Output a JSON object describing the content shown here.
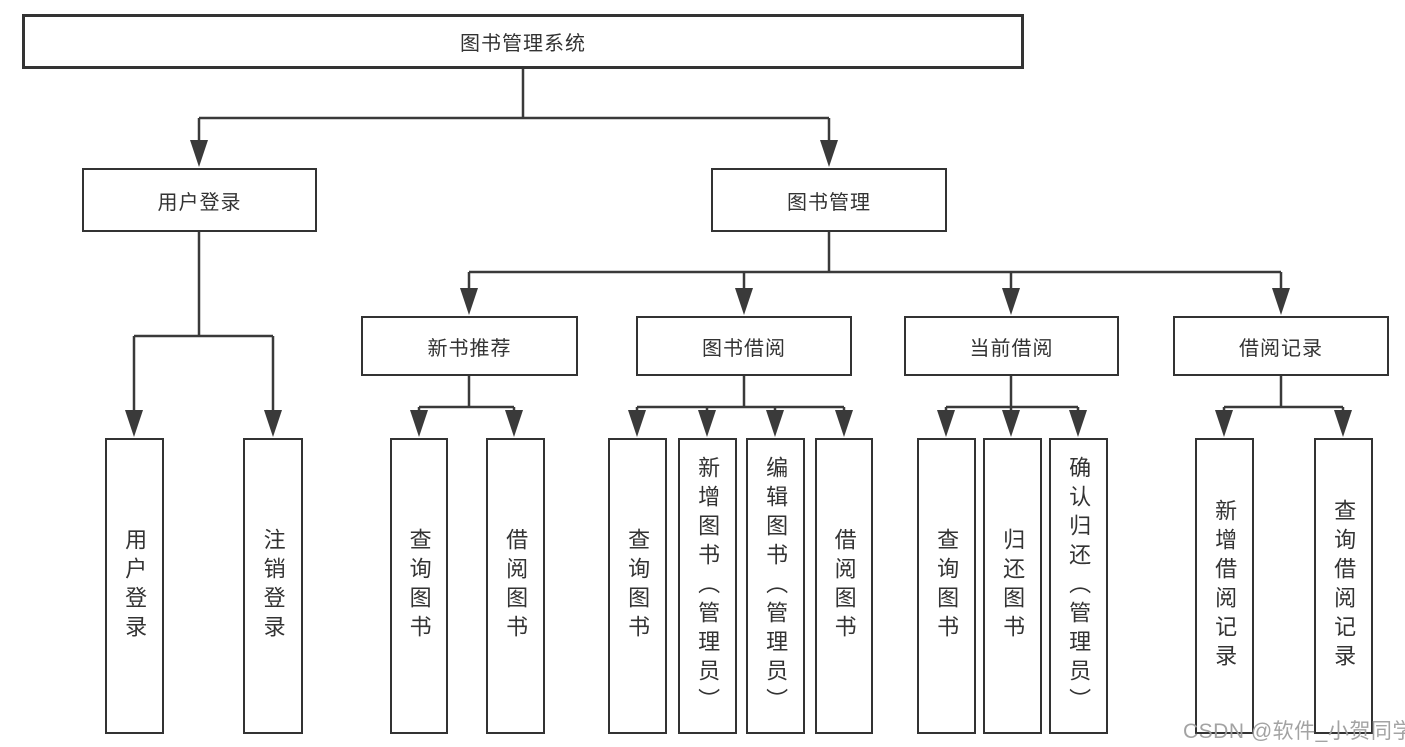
{
  "diagram": {
    "root": "图书管理系统",
    "branches": [
      {
        "label": "用户登录",
        "leaves": [
          "用户登录",
          "注销登录"
        ]
      },
      {
        "label": "图书管理",
        "groups": [
          {
            "label": "新书推荐",
            "leaves": [
              "查询图书",
              "借阅图书"
            ]
          },
          {
            "label": "图书借阅",
            "leaves": [
              "查询图书",
              "新增图书（管理员）",
              "编辑图书（管理员）",
              "借阅图书"
            ]
          },
          {
            "label": "当前借阅",
            "leaves": [
              "查询图书",
              "归还图书",
              "确认归还（管理员）"
            ]
          },
          {
            "label": "借阅记录",
            "leaves": [
              "新增借阅记录",
              "查询借阅记录"
            ]
          }
        ]
      }
    ]
  },
  "watermark": "CSDN @软件_小贺同学",
  "colors": {
    "line": "#3a3a3a",
    "border": "#333333",
    "watermark": "#9e9e9e",
    "background": "#ffffff"
  }
}
